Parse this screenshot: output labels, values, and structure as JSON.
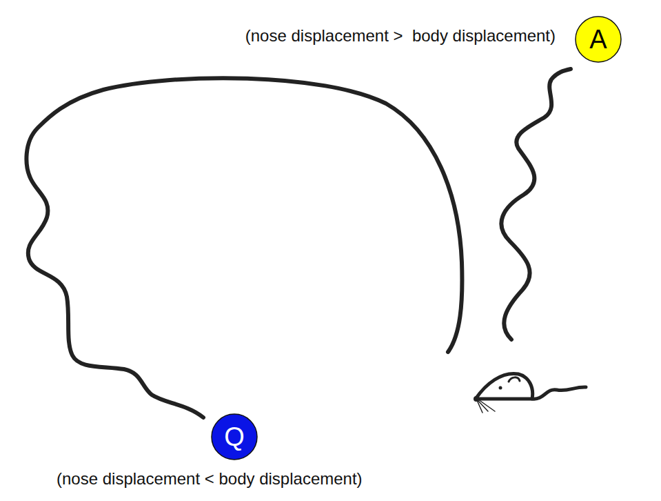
{
  "diagram": {
    "nodes": [
      {
        "text": [
          "A"
        ]
      },
      {
        "text": [
          "Q"
        ]
      }
    ],
    "labels": [
      "(nose displacement >  body displacement)",
      "(nose displacement < body displacement)"
    ]
  }
}
